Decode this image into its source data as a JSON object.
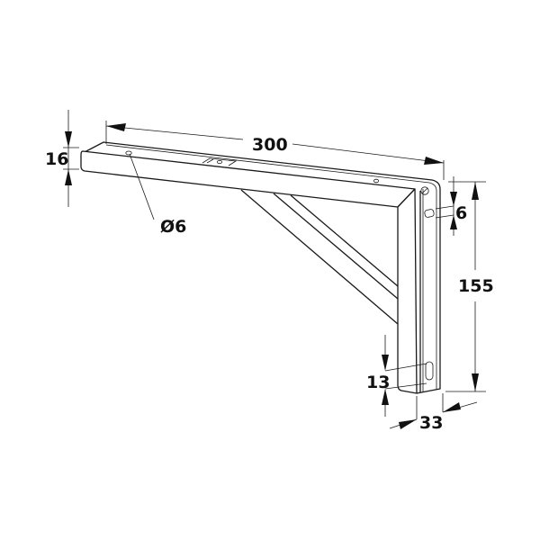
{
  "drawing": {
    "subject": "Folding shelf bracket",
    "dimensions": {
      "length": "300",
      "arm_height": "16",
      "hole_diameter": "Ø6",
      "slot_top_offset": "6",
      "height": "155",
      "slot_bottom_offset": "13",
      "leg_width": "33"
    },
    "colors": {
      "line": "#1a1a1a",
      "background": "#ffffff"
    }
  }
}
